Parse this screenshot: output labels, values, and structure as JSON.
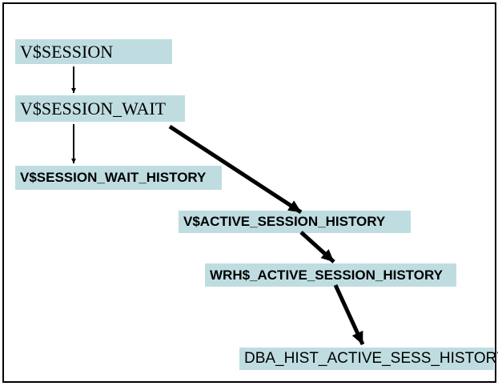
{
  "diagram": {
    "description": "Flow diagram of Oracle session wait views feeding active session history tables",
    "nodes": [
      {
        "id": "v-session",
        "label": "V$SESSION"
      },
      {
        "id": "v-session-wait",
        "label": "V$SESSION_WAIT"
      },
      {
        "id": "v-session-wait-history",
        "label": "V$SESSION_WAIT_HISTORY"
      },
      {
        "id": "v-active-session-history",
        "label": "V$ACTIVE_SESSION_HISTORY"
      },
      {
        "id": "wrh-active-session-history",
        "label": "WRH$_ACTIVE_SESSION_HISTORY"
      },
      {
        "id": "dba-hist-active-sess-history",
        "label": "DBA_HIST_ACTIVE_SESS_HISTORY"
      }
    ],
    "edges": [
      {
        "from": "V$SESSION",
        "to": "V$SESSION_WAIT",
        "style": "thin"
      },
      {
        "from": "V$SESSION_WAIT",
        "to": "V$SESSION_WAIT_HISTORY",
        "style": "thin"
      },
      {
        "from": "V$SESSION_WAIT",
        "to": "V$ACTIVE_SESSION_HISTORY",
        "style": "thick"
      },
      {
        "from": "V$ACTIVE_SESSION_HISTORY",
        "to": "WRH$_ACTIVE_SESSION_HISTORY",
        "style": "thick"
      },
      {
        "from": "WRH$_ACTIVE_SESSION_HISTORY",
        "to": "DBA_HIST_ACTIVE_SESS_HISTORY",
        "style": "thick"
      }
    ],
    "colors": {
      "node_fill": "#bfdde1",
      "node_text": "#000000",
      "arrow": "#000000",
      "frame_border": "#000000",
      "background": "#ffffff"
    }
  }
}
